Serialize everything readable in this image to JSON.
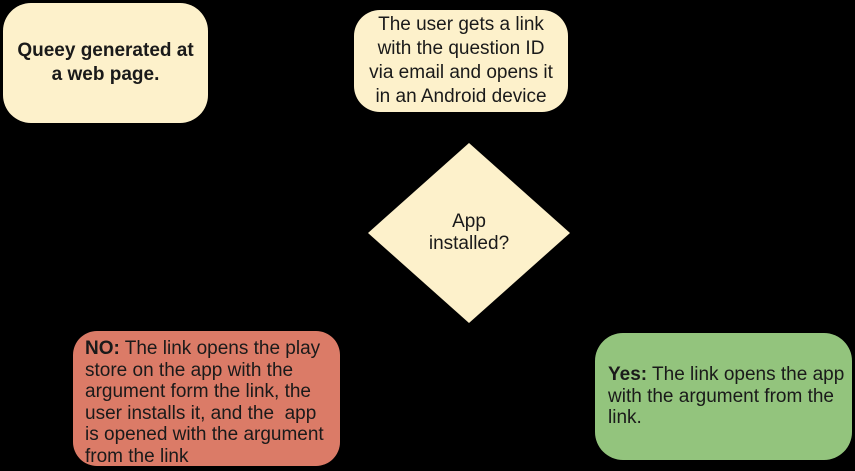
{
  "diagram": {
    "background_color": "#000000",
    "text_color": "#1a1a1a",
    "nodes": {
      "start": {
        "shape": "rounded-rect",
        "fill": "#FDF1CB",
        "text": "Queey generated at\na web page."
      },
      "link": {
        "shape": "rounded-rect",
        "fill": "#FDF1CB",
        "text": "The user gets a link\nwith the question ID\nvia email and opens it\nin an Android device"
      },
      "decision": {
        "shape": "diamond",
        "fill": "#FDF1CB",
        "text": "App\ninstalled?"
      },
      "no_branch": {
        "shape": "rounded-rect",
        "fill": "#DB7B67",
        "prefix": "NO:",
        "text": " The link opens the play\nstore on the app with the\nargument form the link, the\nuser installs it, and the  app\nis opened with the argument\nfrom the link"
      },
      "yes_branch": {
        "shape": "rounded-rect",
        "fill": "#93C47D",
        "prefix": "Yes:",
        "text": " The link opens the app\nwith the argument from the\nlink."
      }
    }
  }
}
